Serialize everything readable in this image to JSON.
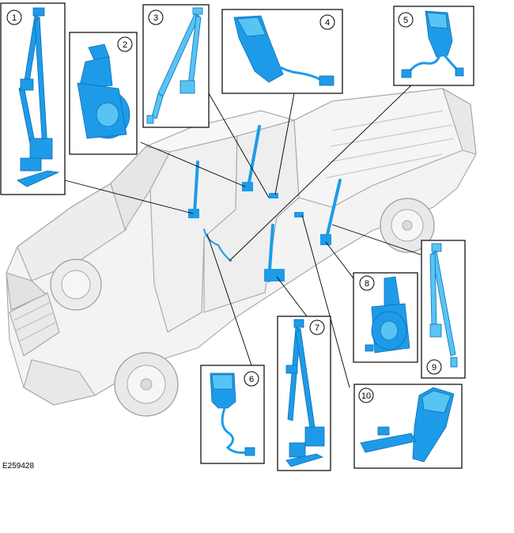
{
  "figure_id": "E259428",
  "colors": {
    "part": "#1e9be8",
    "part_dark": "#0a6fb6",
    "part_light": "#58c4f4",
    "truck_line": "#9a9a9a",
    "truck_fill": "#f1f1f1",
    "leader": "#000000",
    "frame": "#000000"
  },
  "callouts": [
    {
      "id": 1,
      "label": "1",
      "part": "seat-belt-retractor-assembly",
      "icon": "seatbelt-retractor-icon"
    },
    {
      "id": 2,
      "label": "2",
      "part": "seat-belt-retractor",
      "icon": "retractor-icon"
    },
    {
      "id": 3,
      "label": "3",
      "part": "seat-belt-assembly",
      "icon": "seatbelt-icon"
    },
    {
      "id": 4,
      "label": "4",
      "part": "seat-belt-buckle",
      "icon": "buckle-icon"
    },
    {
      "id": 5,
      "label": "5",
      "part": "seat-belt-buckle",
      "icon": "buckle-icon"
    },
    {
      "id": 6,
      "label": "6",
      "part": "seat-belt-buckle",
      "icon": "buckle-icon"
    },
    {
      "id": 7,
      "label": "7",
      "part": "seat-belt-retractor-assembly",
      "icon": "seatbelt-retractor-icon"
    },
    {
      "id": 8,
      "label": "8",
      "part": "seat-belt-retractor",
      "icon": "retractor-icon"
    },
    {
      "id": 9,
      "label": "9",
      "part": "seat-belt-assembly",
      "icon": "seatbelt-icon"
    },
    {
      "id": 10,
      "label": "10",
      "part": "seat-belt-buckle",
      "icon": "buckle-icon"
    }
  ]
}
